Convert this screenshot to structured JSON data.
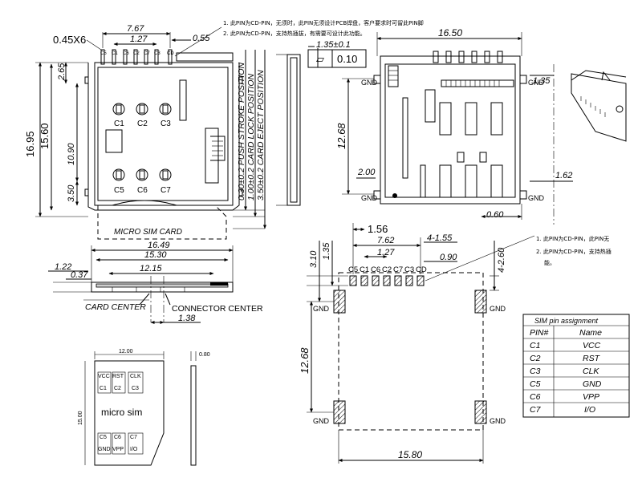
{
  "notes_top": {
    "line1": "1. 此PIN为CD-PIN，无须时，此PIN无须设计PCB焊盘，客户要求时可留此PIN脚",
    "line2": "2. 此PIN为CD-PIN，支持热插拔，有需要可设计此功能。"
  },
  "notes_mid": {
    "line1": "1. 此PIN为CD-PIN，此PIN无",
    "line2": "2. 此PIN为CD-PIN，支持热插",
    "line3": "能。"
  },
  "top_view": {
    "dims": {
      "d045x6": "0.45X6",
      "d767": "7.67",
      "d127": "1.27",
      "d055": "0.55",
      "d1695": "16.95",
      "d1560": "15.60",
      "d265": "2.65",
      "d1090": "10.90",
      "d350": "3.50"
    },
    "pins_top": [
      "C5",
      "C1",
      "C6",
      "C2",
      "C7",
      "C3",
      "CD"
    ],
    "contacts": [
      "C1",
      "C2",
      "C3",
      "C5",
      "C6",
      "C7"
    ],
    "card_label": "MICRO SIM CARD",
    "positions": [
      "0.30±0.2 PUSH STROKE POSITION",
      "1.00±0.2 CARD LOCK POSITION",
      "3.50±0.2 CARD EJECT POSITION"
    ]
  },
  "side_view": {
    "dim_135": "1.35±0.1",
    "flatness": "0.10",
    "flatness_symbol": "⏥"
  },
  "bottom_view": {
    "d1650": "16.50",
    "d135": "1.35",
    "d1268": "12.68",
    "d200": "2.00",
    "d162": "1.62",
    "d060": "0.60",
    "gnd": "GND"
  },
  "front_view": {
    "d1649": "16.49",
    "d1530": "15.30",
    "d1215": "12.15",
    "d122": "1.22",
    "d037": "0.37",
    "d138": "1.38",
    "card_center": "CARD CENTER",
    "connector_center": "CONNECTOR CENTER"
  },
  "footprint": {
    "d156": "1.56",
    "d762": "7.62",
    "d127": "1.27",
    "d4x155": "4-1.55",
    "d090": "0.90",
    "d4x260": "4-2.60",
    "d310": "3.10",
    "d135": "1.35",
    "d1268": "12.68",
    "d1580": "15.80",
    "pins": [
      "C5",
      "C1",
      "C6",
      "C2",
      "C7",
      "C3",
      "CD"
    ],
    "gnd": "GND"
  },
  "sim_card": {
    "d1200": "12.00",
    "d1500": "15.00",
    "d080": "0.80",
    "label": "micro sim",
    "top_contacts": [
      "C1",
      "C2",
      "C3"
    ],
    "top_labels": [
      "VCC",
      "RST",
      "CLK"
    ],
    "bottom_contacts": [
      "C5",
      "C6",
      "C7"
    ],
    "bottom_labels": [
      "GND",
      "VPP",
      "I/O"
    ]
  },
  "pin_table": {
    "title": "SIM pin assignment",
    "headers": [
      "PIN#",
      "Name"
    ],
    "rows": [
      [
        "C1",
        "VCC"
      ],
      [
        "C2",
        "RST"
      ],
      [
        "C3",
        "CLK"
      ],
      [
        "C5",
        "GND"
      ],
      [
        "C6",
        "VPP"
      ],
      [
        "C7",
        "I/O"
      ]
    ]
  }
}
